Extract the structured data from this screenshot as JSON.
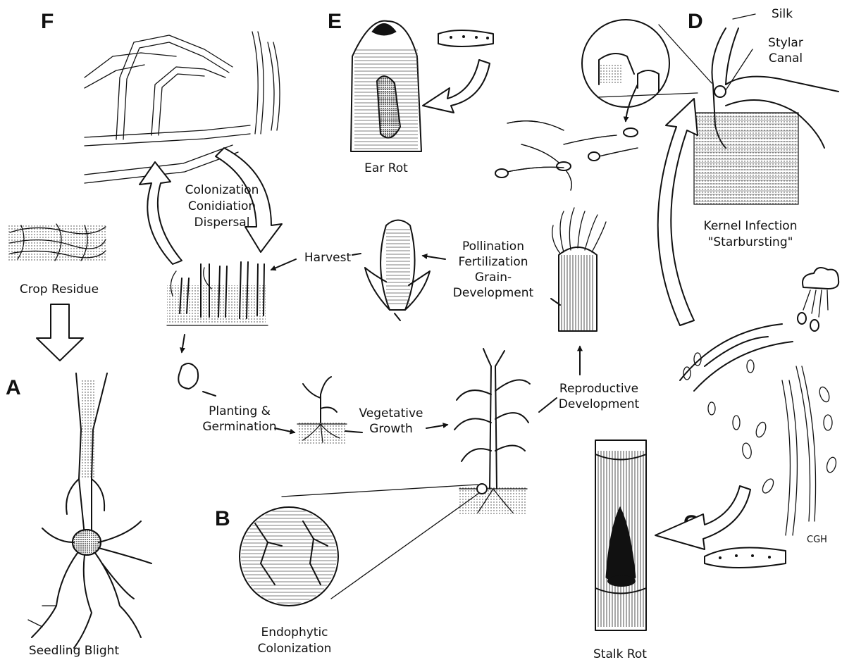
{
  "panels": {
    "A": {
      "letter": "A",
      "caption": "Seedling Blight"
    },
    "B": {
      "letter": "B",
      "caption_line1": "Endophytic",
      "caption_line2": "Colonization"
    },
    "C": {
      "letter": "C",
      "caption": "Stalk Rot"
    },
    "D": {
      "letter": "D",
      "caption_line1": "Kernel Infection",
      "caption_line2": "\"Starbursting\"",
      "silk": "Silk",
      "stylar_line1": "Stylar",
      "stylar_line2": "Canal"
    },
    "E": {
      "letter": "E",
      "caption": "Ear Rot"
    },
    "F": {
      "letter": "F"
    }
  },
  "cycle": {
    "crop_residue": "Crop Residue",
    "colonization": "Colonization",
    "conidiation": "Conidiation",
    "dispersal": "Dispersal",
    "harvest": "Harvest",
    "pollination": "Pollination",
    "fertilization": "Fertilization",
    "grain": "Grain-",
    "development": "Development",
    "planting": "Planting &",
    "germination": "Germination",
    "vegetative": "Vegetative",
    "growth": "Growth",
    "reproductive": "Reproductive",
    "reproductive_dev": "Development"
  },
  "artist_mark": "CGH"
}
